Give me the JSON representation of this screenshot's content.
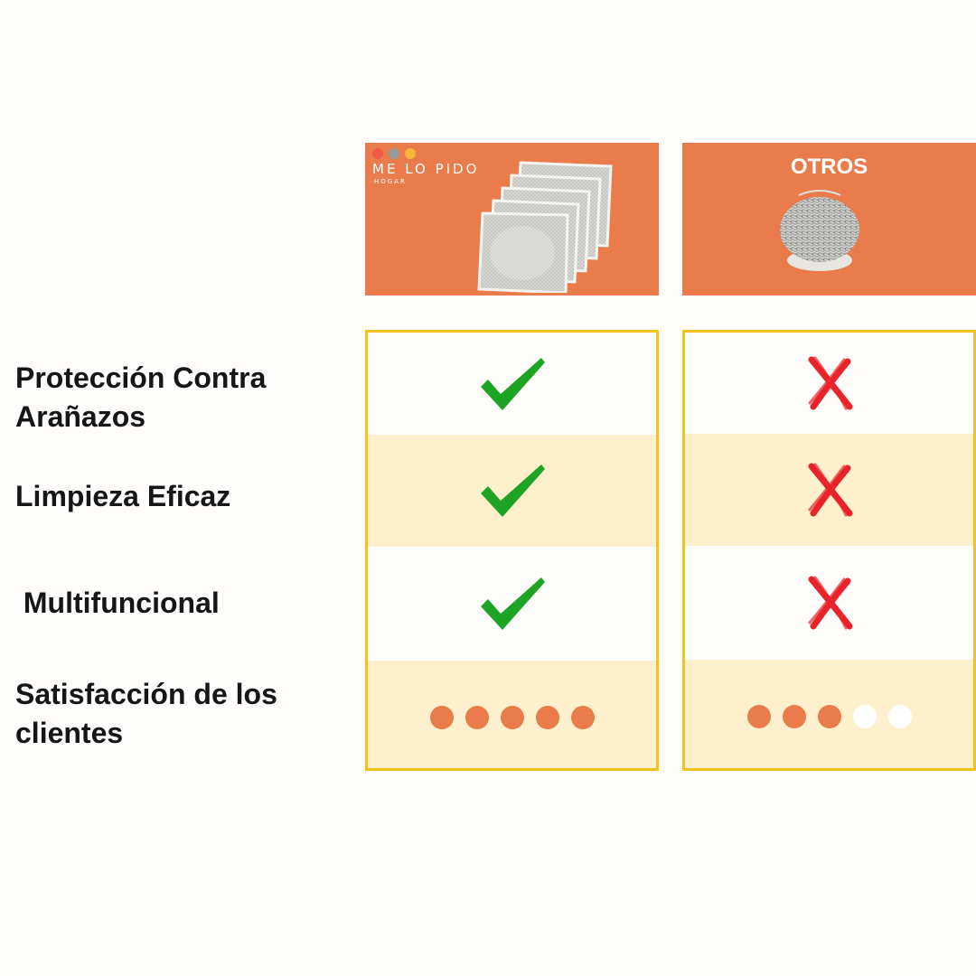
{
  "brand": {
    "name": "ME LO PIDO",
    "tagline": "HOGAR",
    "dot_colors": [
      "#f25a4a",
      "#9a9a9a",
      "#f5b43a"
    ]
  },
  "columns": {
    "mine": {
      "product_image": "steel-mesh-cloths-stack"
    },
    "others": {
      "title": "OTROS",
      "product_image": "steel-wool-scrubber"
    }
  },
  "features": [
    {
      "label": "Protección Contra\nArañazos",
      "mine": "check",
      "others": "cross"
    },
    {
      "label": "Limpieza Eficaz",
      "mine": "check",
      "others": "cross"
    },
    {
      "label": " Multifuncional",
      "mine": "check",
      "others": "cross"
    },
    {
      "label": "Satisfacción de los\nclientes",
      "mine": "rating",
      "others": "rating"
    }
  ],
  "ratings": {
    "mine": {
      "filled": 5,
      "max": 5
    },
    "others": {
      "filled": 3,
      "max": 5
    }
  },
  "colors": {
    "accent": "#e97c4a",
    "border": "#f5c11d",
    "row_tint": "#fef0cc",
    "check": "#1ea424",
    "cross": "#e8232a",
    "rating_filled": "#e97c4a",
    "rating_empty": "#ffffff"
  }
}
